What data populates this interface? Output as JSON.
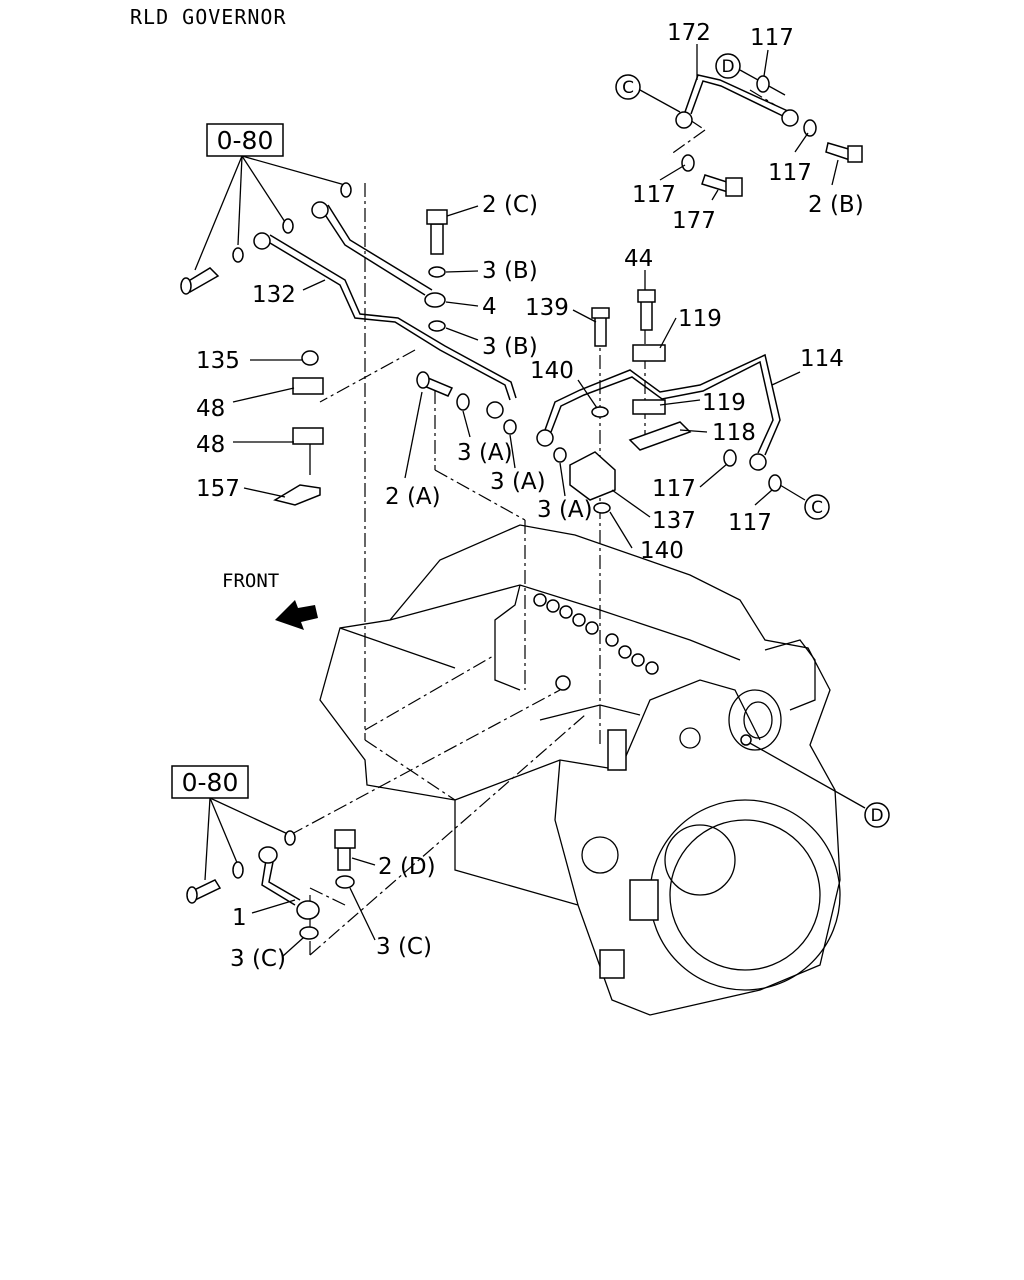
{
  "title": "RLD GOVERNOR",
  "front_label": "FRONT",
  "ref_boxes": [
    "0-80",
    "0-80"
  ],
  "circle_markers": [
    "C",
    "D",
    "C",
    "D"
  ],
  "callouts": [
    "172",
    "117",
    "117",
    "117",
    "177",
    "2 (B)",
    "2 (C)",
    "3 (B)",
    "4",
    "3 (B)",
    "132",
    "135",
    "48",
    "48",
    "157",
    "2 (A)",
    "3 (A)",
    "3 (A)",
    "3 (A)",
    "139",
    "140",
    "44",
    "119",
    "119",
    "114",
    "118",
    "117",
    "117",
    "137",
    "140",
    "2 (D)",
    "1",
    "3 (C)",
    "3 (C)"
  ]
}
